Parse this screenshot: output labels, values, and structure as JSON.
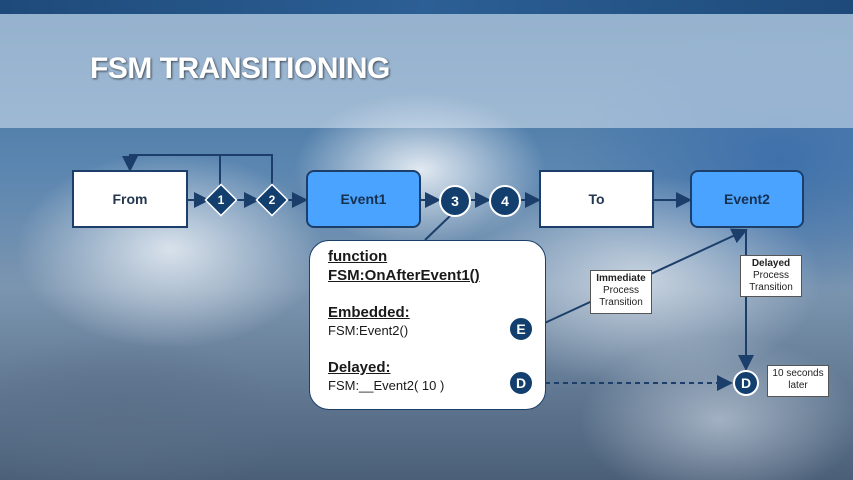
{
  "title": "FSM TRANSITIONING",
  "states": {
    "from": "From",
    "event1": "Event1",
    "to": "To",
    "event2": "Event2"
  },
  "steps": [
    "1",
    "2",
    "3",
    "4"
  ],
  "function_box": {
    "line1": "function",
    "line2": "FSM:OnAfterEvent1()",
    "embedded_label": "Embedded:",
    "embedded_call": "FSM:Event2()",
    "delayed_label": "Delayed:",
    "delayed_call": "FSM:__Event2( 10 )"
  },
  "markers": {
    "embedded": "E",
    "delayed": "D",
    "delayed_end": "D"
  },
  "notes": {
    "immediate_title": "Immediate",
    "immediate_line2": "Process",
    "immediate_line3": "Transition",
    "delayed_title": "Delayed",
    "delayed_line2": "Process",
    "delayed_line3": "Transition",
    "later_line1": "10 seconds",
    "later_line2": "later"
  },
  "colors": {
    "state_blue": "#4aa3ff",
    "node_dark": "#123f6e",
    "line": "#1b3f6a"
  }
}
